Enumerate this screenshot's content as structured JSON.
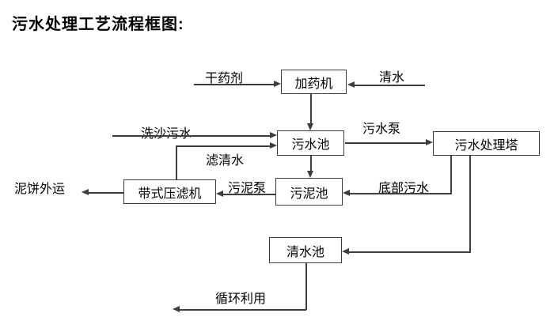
{
  "title": "污水处理工艺流程框图:",
  "diagram": {
    "nodes": {
      "dosing_machine": {
        "label": "加药机"
      },
      "sewage_pool": {
        "label": "污水池"
      },
      "treatment_tower": {
        "label": "污水处理塔"
      },
      "sludge_pool": {
        "label": "污泥池"
      },
      "belt_filter_press": {
        "label": "带式压滤机"
      },
      "clear_water_pool": {
        "label": "清水池"
      }
    },
    "edge_labels": {
      "dry_chemical": "干药剂",
      "clear_water": "清水",
      "sand_washing_sewage": "洗沙污水",
      "sewage_pump": "污水泵",
      "filtered_water": "滤清水",
      "mud_cake_out": "泥饼外运",
      "sludge_pump": "污泥泵",
      "bottom_sewage": "底部污水",
      "recycle_use": "循环利用"
    },
    "colors": {
      "line": "#3d3d3d",
      "text": "#000000",
      "background": "#ffffff"
    }
  }
}
